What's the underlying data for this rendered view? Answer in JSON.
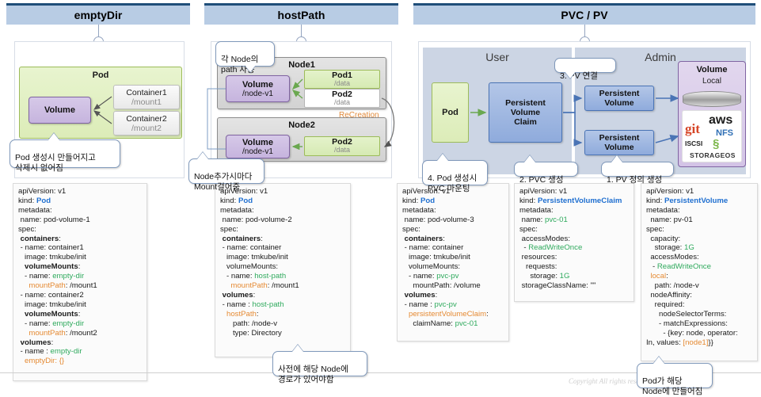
{
  "sections": [
    {
      "id": "emptydir",
      "title": "emptyDir"
    },
    {
      "id": "hostpath",
      "title": "hostPath"
    },
    {
      "id": "pvcpv",
      "title": "PVC / PV"
    }
  ],
  "emptydir": {
    "pod_label": "Pod",
    "volume_label": "Volume",
    "containers": [
      {
        "name": "Container1",
        "mount": "/mount1"
      },
      {
        "name": "Container2",
        "mount": "/mount2"
      }
    ],
    "callout": "Pod 생성시 만들어지고\n삭제시 없어짐"
  },
  "hostpath": {
    "callout_top": "각 Node의\npath 사용",
    "callout_bottom": "Node추가시마다\nMount걸어줌",
    "callout_yaml": "사전에 해당 Node에\n경로가 있어야함",
    "recreation_label": "ReCreation",
    "nodes": [
      {
        "title": "Node1",
        "volume_label": "Volume",
        "volume_path": "/node-v1",
        "pods": [
          {
            "name": "Pod1",
            "mount": "/data",
            "style": "green"
          },
          {
            "name": "Pod2",
            "mount": "/data",
            "style": "white"
          }
        ]
      },
      {
        "title": "Node2",
        "volume_label": "Volume",
        "volume_path": "/node-v1",
        "pods": [
          {
            "name": "Pod2",
            "mount": "/data",
            "style": "green"
          }
        ]
      }
    ]
  },
  "pvcpv": {
    "user_zone": "User",
    "admin_zone": "Admin",
    "pod_label": "Pod",
    "pvc_label": "Persistent\nVolume\nClaim",
    "pv_label_1": "Persistent\nVolume",
    "pv_label_2": "Persistent\nVolume",
    "storage_title": "Volume",
    "storage_sub": "Local",
    "logos": [
      "git",
      "aws",
      "NFS",
      "ISCSI",
      "STORAGEOS"
    ],
    "callouts": {
      "step1": "1. PV 정의 생성",
      "step2": "2. PVC 생성",
      "step3": "3. PV 연결",
      "step4": "4. Pod 생성시\nPVC 마운팅",
      "pv_node": "Pod가 해당\nNode에 만들어짐"
    }
  },
  "yaml_blocks": [
    {
      "id": "pod-volume-1",
      "lines": [
        [
          {
            "t": "apiVersion: v1"
          }
        ],
        [
          {
            "t": "kind: "
          },
          {
            "t": "Pod",
            "c": "k-blue"
          }
        ],
        [
          {
            "t": "metadata:"
          }
        ],
        [
          {
            "t": " name: pod-volume-1"
          }
        ],
        [
          {
            "t": "spec:"
          }
        ],
        [
          {
            "t": " containers",
            "b": true
          },
          {
            "t": ":"
          }
        ],
        [
          {
            "t": " - name: container1"
          }
        ],
        [
          {
            "t": "   image: tmkube/init"
          }
        ],
        [
          {
            "t": "   volumeMounts",
            "b": true
          },
          {
            "t": ":"
          }
        ],
        [
          {
            "t": "   - name: "
          },
          {
            "t": "empty-dir",
            "c": "k-green"
          }
        ],
        [
          {
            "t": "     "
          },
          {
            "t": "mountPath",
            "c": "k-orange"
          },
          {
            "t": ": /mount1"
          }
        ],
        [
          {
            "t": " - name: container2"
          }
        ],
        [
          {
            "t": "   image: tmkube/init"
          }
        ],
        [
          {
            "t": "   volumeMounts",
            "b": true
          },
          {
            "t": ":"
          }
        ],
        [
          {
            "t": "   - name: "
          },
          {
            "t": "empty-dir",
            "c": "k-green"
          }
        ],
        [
          {
            "t": "     "
          },
          {
            "t": "mountPath",
            "c": "k-orange"
          },
          {
            "t": ": /mount2"
          }
        ],
        [
          {
            "t": " volumes",
            "b": true
          },
          {
            "t": ":"
          }
        ],
        [
          {
            "t": " - name : "
          },
          {
            "t": "empty-dir",
            "c": "k-green"
          }
        ],
        [
          {
            "t": "   "
          },
          {
            "t": "emptyDir: {}",
            "c": "k-orange"
          }
        ]
      ]
    },
    {
      "id": "pod-volume-2",
      "lines": [
        [
          {
            "t": "apiVersion: v1"
          }
        ],
        [
          {
            "t": "kind: "
          },
          {
            "t": "Pod",
            "c": "k-blue"
          }
        ],
        [
          {
            "t": "metadata:"
          }
        ],
        [
          {
            "t": " name: pod-volume-2"
          }
        ],
        [
          {
            "t": "spec:"
          }
        ],
        [
          {
            "t": " containers",
            "b": true
          },
          {
            "t": ":"
          }
        ],
        [
          {
            "t": " - name: container"
          }
        ],
        [
          {
            "t": "   image: tmkube/init"
          }
        ],
        [
          {
            "t": "   volumeMounts:"
          }
        ],
        [
          {
            "t": "   - name: "
          },
          {
            "t": "host-path",
            "c": "k-green"
          }
        ],
        [
          {
            "t": "     "
          },
          {
            "t": "mountPath",
            "c": "k-orange"
          },
          {
            "t": ": /mount1"
          }
        ],
        [
          {
            "t": " volumes",
            "b": true
          },
          {
            "t": ":"
          }
        ],
        [
          {
            "t": " - name : "
          },
          {
            "t": "host-path",
            "c": "k-green"
          }
        ],
        [
          {
            "t": "   "
          },
          {
            "t": "hostPath",
            "c": "k-orange"
          },
          {
            "t": ":"
          }
        ],
        [
          {
            "t": "      path: /node-v"
          }
        ],
        [
          {
            "t": "      type: Directory"
          }
        ]
      ]
    },
    {
      "id": "pod-volume-3",
      "lines": [
        [
          {
            "t": "apiVersion: v1"
          }
        ],
        [
          {
            "t": "kind: "
          },
          {
            "t": "Pod",
            "c": "k-blue"
          }
        ],
        [
          {
            "t": "metadata:"
          }
        ],
        [
          {
            "t": " name: pod-volume-3"
          }
        ],
        [
          {
            "t": "spec:"
          }
        ],
        [
          {
            "t": " containers",
            "b": true
          },
          {
            "t": ":"
          }
        ],
        [
          {
            "t": " - name: container"
          }
        ],
        [
          {
            "t": "   image: tmkube/init"
          }
        ],
        [
          {
            "t": "   volumeMounts:"
          }
        ],
        [
          {
            "t": "   - name: "
          },
          {
            "t": "pvc-pv",
            "c": "k-green"
          }
        ],
        [
          {
            "t": "     mountPath: /volume"
          }
        ],
        [
          {
            "t": " volumes",
            "b": true
          },
          {
            "t": ":"
          }
        ],
        [
          {
            "t": " - name : "
          },
          {
            "t": "pvc-pv",
            "c": "k-green"
          }
        ],
        [
          {
            "t": "   "
          },
          {
            "t": "persistentVolumeClaim",
            "c": "k-orange"
          },
          {
            "t": ":"
          }
        ],
        [
          {
            "t": "     claimName: "
          },
          {
            "t": "pvc-01",
            "c": "k-green"
          }
        ]
      ]
    },
    {
      "id": "pvc-01",
      "lines": [
        [
          {
            "t": "apiVersion: v1"
          }
        ],
        [
          {
            "t": "kind: "
          },
          {
            "t": "PersistentVolumeClaim",
            "c": "k-blue"
          }
        ],
        [
          {
            "t": "metadata:"
          }
        ],
        [
          {
            "t": " name: "
          },
          {
            "t": "pvc-01",
            "c": "k-green"
          }
        ],
        [
          {
            "t": "spec:"
          }
        ],
        [
          {
            "t": " accessModes:"
          }
        ],
        [
          {
            "t": "  - "
          },
          {
            "t": "ReadWriteOnce",
            "c": "k-green"
          }
        ],
        [
          {
            "t": " resources:"
          }
        ],
        [
          {
            "t": "   requests:"
          }
        ],
        [
          {
            "t": "     storage: "
          },
          {
            "t": "1G",
            "c": "k-green"
          }
        ],
        [
          {
            "t": " storageClassName: \"\""
          }
        ]
      ]
    },
    {
      "id": "pv-01",
      "lines": [
        [
          {
            "t": "apiVersion: v1"
          }
        ],
        [
          {
            "t": "kind: "
          },
          {
            "t": "PersistentVolume",
            "c": "k-blue"
          }
        ],
        [
          {
            "t": "metadata:"
          }
        ],
        [
          {
            "t": "  name: pv-01"
          }
        ],
        [
          {
            "t": "spec:"
          }
        ],
        [
          {
            "t": "  capacity:"
          }
        ],
        [
          {
            "t": "    storage: "
          },
          {
            "t": "1G",
            "c": "k-green"
          }
        ],
        [
          {
            "t": "  accessModes:"
          }
        ],
        [
          {
            "t": "   - "
          },
          {
            "t": "ReadWriteOnce",
            "c": "k-green"
          }
        ],
        [
          {
            "t": "  "
          },
          {
            "t": "local",
            "c": "k-orange"
          },
          {
            "t": ":"
          }
        ],
        [
          {
            "t": "    path: /node-v"
          }
        ],
        [
          {
            "t": "  nodeAffinity:"
          }
        ],
        [
          {
            "t": "    required:"
          }
        ],
        [
          {
            "t": "      nodeSelectorTerms:"
          }
        ],
        [
          {
            "t": "      - matchExpressions:"
          }
        ],
        [
          {
            "t": "        - {key: node, operator:"
          }
        ],
        [
          {
            "t": "In, values: "
          },
          {
            "t": "[node1]",
            "c": "k-orange"
          },
          {
            "t": "}}"
          }
        ]
      ]
    }
  ],
  "footer": {
    "copyright": "Copyright  All rights reserved."
  }
}
